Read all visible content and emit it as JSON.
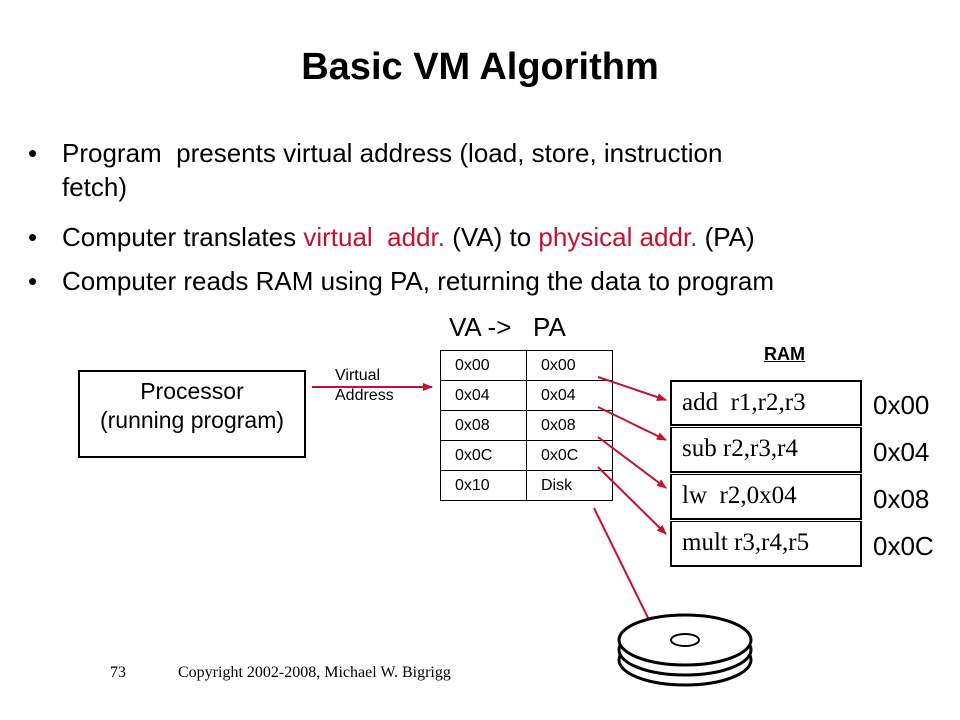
{
  "title": "Basic VM Algorithm",
  "bullets": [
    {
      "lines": [
        [
          {
            "text": "Program  presents virtual address (load, store, instruction"
          }
        ],
        [
          {
            "text": "fetch)"
          }
        ]
      ]
    },
    {
      "lines": [
        [
          {
            "text": "Computer translates "
          },
          {
            "text": "virtual  addr.",
            "color": "red"
          },
          {
            "text": " (VA) to "
          },
          {
            "text": "physical addr.",
            "color": "red"
          },
          {
            "text": " (PA)"
          }
        ]
      ]
    },
    {
      "lines": [
        [
          {
            "text": "Computer reads RAM using PA, returning the data to program"
          }
        ]
      ]
    }
  ],
  "bullet_symbol": "•",
  "diagram": {
    "va_pa_label": "VA ->   PA",
    "processor_lines": [
      "Processor",
      "(running program)"
    ],
    "virtual_address_lines": [
      "Virtual",
      "Address"
    ],
    "page_table": [
      [
        "0x00",
        "0x00"
      ],
      [
        "0x04",
        "0x04"
      ],
      [
        "0x08",
        "0x08"
      ],
      [
        "0x0C",
        "0x0C"
      ],
      [
        "0x10",
        "Disk"
      ]
    ],
    "ram_label": "RAM",
    "ram": [
      {
        "instr": "add  r1,r2,r3",
        "addr": "0x00"
      },
      {
        "instr": "sub r2,r3,r4",
        "addr": "0x04"
      },
      {
        "instr": "lw  r2,0x04",
        "addr": "0x08"
      },
      {
        "instr": "mult r3,r4,r5",
        "addr": "0x0C"
      }
    ]
  },
  "footer": {
    "slide_number": "73",
    "copyright": "Copyright 2002-2008, Michael W. Bigrigg"
  },
  "colors": {
    "highlight": "#c8102e",
    "arrow": "#c8102e"
  },
  "icons": {
    "disk": "disk-stack-icon"
  }
}
